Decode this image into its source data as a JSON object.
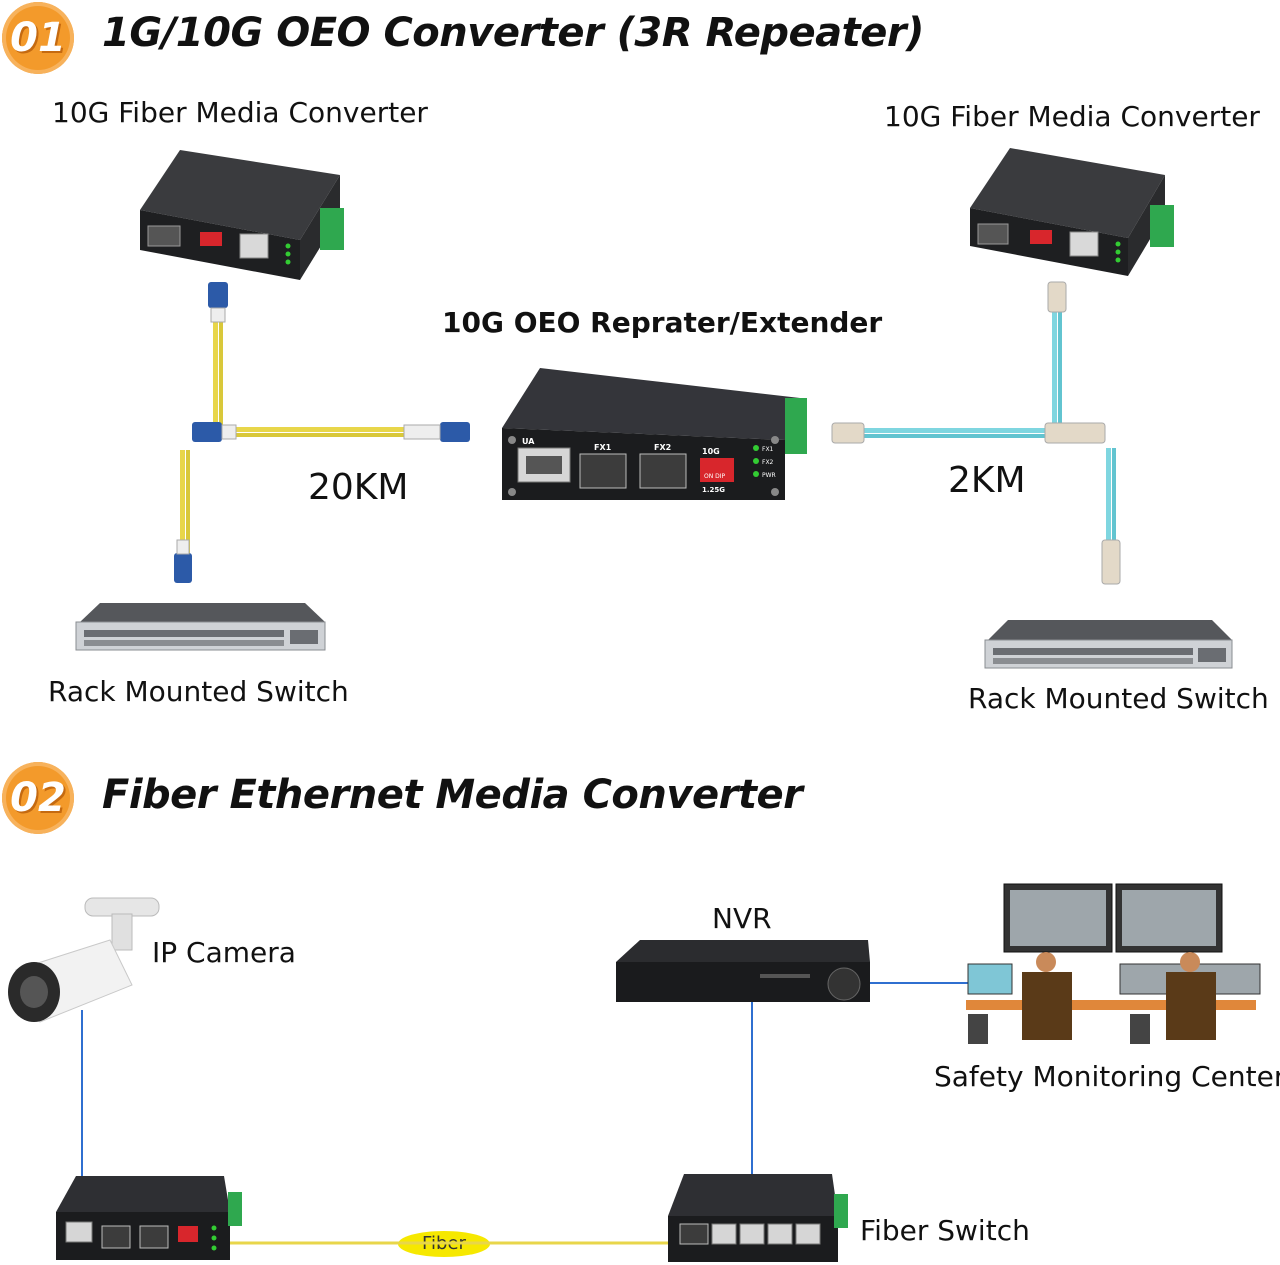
{
  "section1": {
    "badge": "01",
    "title": "1G/10G OEO Converter (3R Repeater)",
    "left_converter_label": "10G Fiber Media Converter",
    "right_converter_label": "10G Fiber Media Converter",
    "repeater_label": "10G OEO Reprater/Extender",
    "left_distance": "20KM",
    "right_distance": "2KM",
    "left_switch_label": "Rack Mounted Switch",
    "right_switch_label": "Rack Mounted Switch",
    "repeater_ports": {
      "ua": "UA",
      "fx1": "FX1",
      "fx2": "FX2",
      "speed_top": "10G",
      "speed_bottom": "1.25G",
      "dip": "ON DIP",
      "led1": "FX1",
      "led2": "FX2",
      "led3": "PWR"
    }
  },
  "section2": {
    "badge": "02",
    "title": "Fiber Ethernet Media Converter",
    "camera_label": "IP Camera",
    "nvr_label": "NVR",
    "monitoring_label": "Safety Monitoring Center",
    "fiber_label": "Fiber",
    "switch_label": "Fiber Switch"
  },
  "colors": {
    "badge": "#f39a2b",
    "yellow_fiber": "#e8d64a",
    "aqua_fiber": "#7fd6e0",
    "device_body": "#1e1f21",
    "terminal_green": "#2fa84f",
    "dip_red": "#d8262c",
    "ethernet_line": "#2f6fd0"
  },
  "icons": [
    "lc-connector-icon",
    "sfp-port-icon",
    "rj45-port-icon",
    "dip-switch-icon",
    "led-indicator-icon",
    "terminal-block-icon",
    "monitor-icon",
    "operator-icon"
  ]
}
